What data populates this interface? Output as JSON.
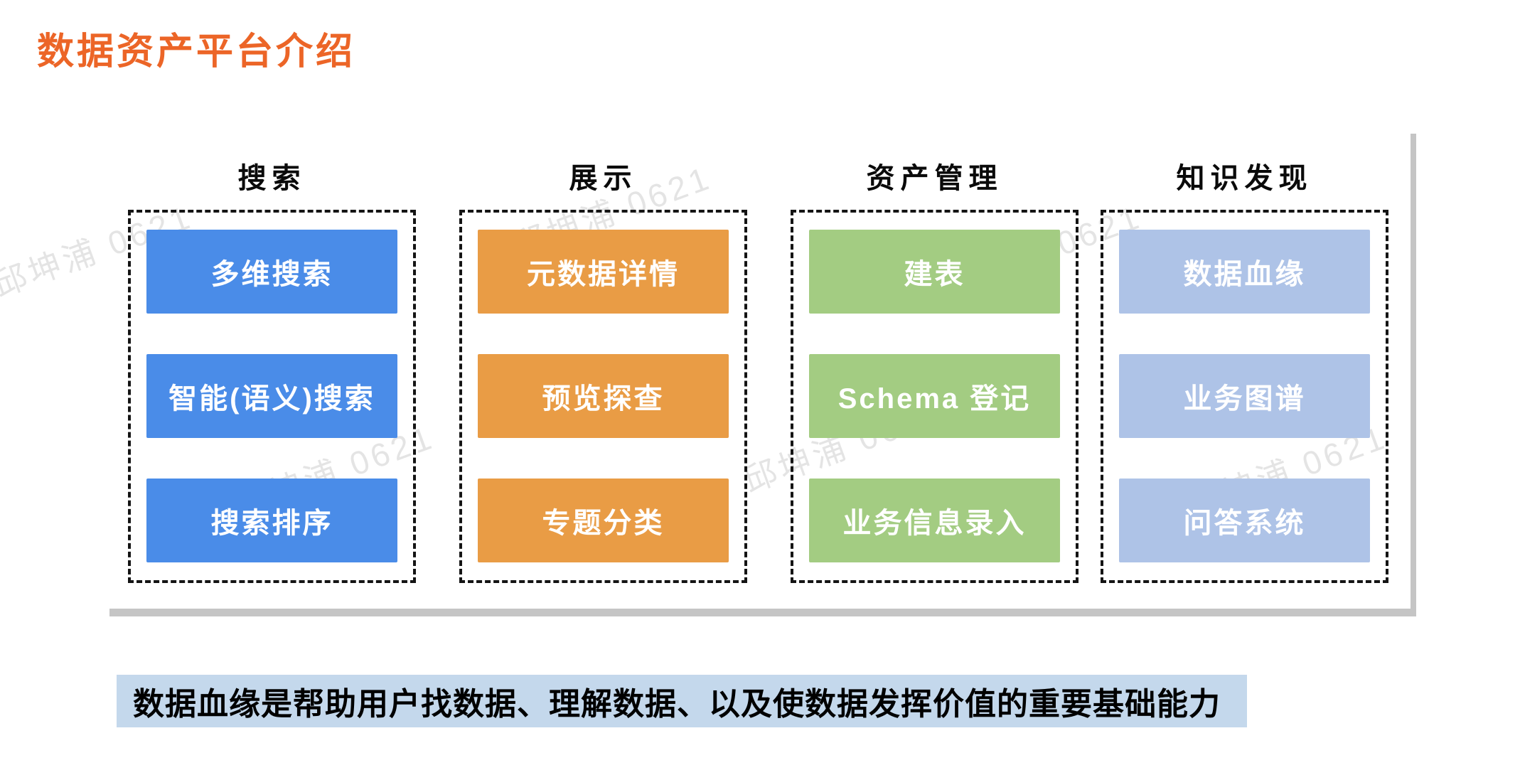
{
  "title": {
    "text": "数据资产平台介绍",
    "color": "#EC6527"
  },
  "watermark": {
    "text": "邱坤浦 0621"
  },
  "columns": [
    {
      "id": "search",
      "header": "搜索",
      "tile_color": "#4A8CE8",
      "items": [
        "多维搜索",
        "智能(语义)搜索",
        "搜索排序"
      ]
    },
    {
      "id": "display",
      "header": "展示",
      "tile_color": "#E99C45",
      "items": [
        "元数据详情",
        "预览探查",
        "专题分类"
      ]
    },
    {
      "id": "asset-management",
      "header": "资产管理",
      "tile_color": "#A3CC82",
      "items": [
        "建表",
        "Schema 登记",
        "业务信息录入"
      ]
    },
    {
      "id": "knowledge-discovery",
      "header": "知识发现",
      "tile_color": "#AEC3E7",
      "items": [
        "数据血缘",
        "业务图谱",
        "问答系统"
      ]
    }
  ],
  "callout": {
    "text": "数据血缘是帮助用户找数据、理解数据、以及使数据发挥价值的重要基础能力",
    "background": "#C4D8EC",
    "text_color": "#000000"
  },
  "colors": {
    "dashed_border": "#141414",
    "shadow": "#c5c5c5",
    "header_text": "#0a0a0a",
    "tile_text": "#ffffff"
  }
}
